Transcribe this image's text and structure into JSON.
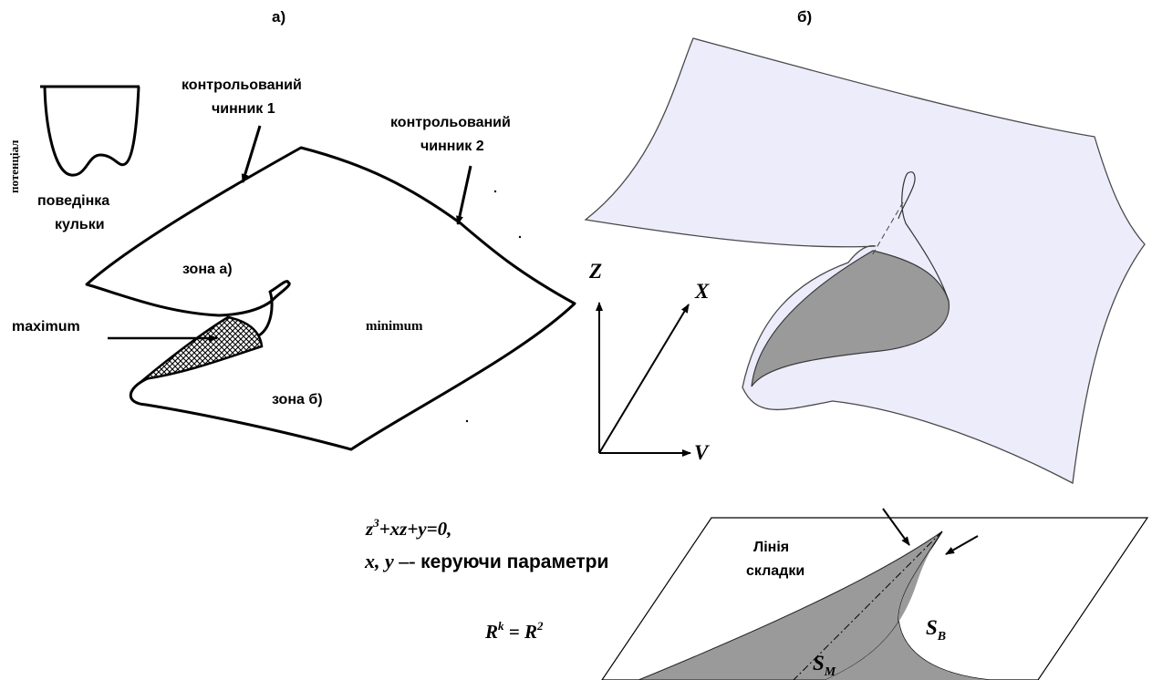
{
  "panel_a": {
    "title": "а)",
    "potential_label": "потенціал",
    "ball_behavior_line1": "поведінка",
    "ball_behavior_line2": "кульки",
    "factor1_line1": "контрольований",
    "factor1_line2": "чинник 1",
    "factor2_line1": "контрольований",
    "factor2_line2": "чинник 2",
    "zone_a": "зона а)",
    "zone_b": "зона б)",
    "maximum": "maximum",
    "minimum": "minimum"
  },
  "panel_b": {
    "title": "б)",
    "axis_z": "Z",
    "axis_x": "X",
    "axis_v": "V"
  },
  "equation": {
    "formula_z": "z",
    "formula_exp": "3",
    "formula_rest": "+xz+y=0,",
    "params_vars": "x, y",
    "params_dash": " –- ",
    "params_text": "керуючи параметри"
  },
  "projection": {
    "fold_line_1": "Лінія",
    "fold_line_2": "складки",
    "r_base": "R",
    "r_k": "k",
    "r_eq": " = R",
    "r_2": "2",
    "sm_base": "S",
    "sm_sub": "M",
    "sb_base": "S",
    "sb_sub": "B"
  },
  "colors": {
    "surface_fill": "#ececfb",
    "fold_fill": "#9a9a9a",
    "ink": "#000000"
  }
}
